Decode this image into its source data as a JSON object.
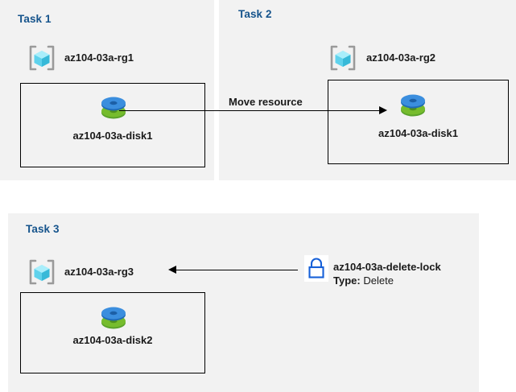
{
  "diagram": {
    "background_color": "#ffffff",
    "panel_color": "#f2f2f2",
    "accent_color": "#16548c",
    "lock_color": "#1660d8",
    "panels": [
      {
        "id": "task1",
        "title": "Task 1",
        "resource_group": {
          "icon": "resource-group-icon",
          "label": "az104-03a-rg1"
        },
        "resource": {
          "icon": "managed-disk-icon",
          "label": "az104-03a-disk1"
        }
      },
      {
        "id": "task2",
        "title": "Task 2",
        "resource_group": {
          "icon": "resource-group-icon",
          "label": "az104-03a-rg2"
        },
        "resource": {
          "icon": "managed-disk-icon",
          "label": "az104-03a-disk1"
        }
      },
      {
        "id": "task3",
        "title": "Task 3",
        "resource_group": {
          "icon": "resource-group-icon",
          "label": "az104-03a-rg3"
        },
        "resource": {
          "icon": "managed-disk-icon",
          "label": "az104-03a-disk2"
        }
      }
    ],
    "connectors": [
      {
        "id": "move-resource",
        "label": "Move resource",
        "direction": "right"
      },
      {
        "id": "delete-lock",
        "label": "",
        "direction": "left"
      }
    ],
    "lock": {
      "icon": "lock-icon",
      "name": "az104-03a-delete-lock",
      "type_key": "Type:",
      "type_value": "Delete"
    }
  }
}
